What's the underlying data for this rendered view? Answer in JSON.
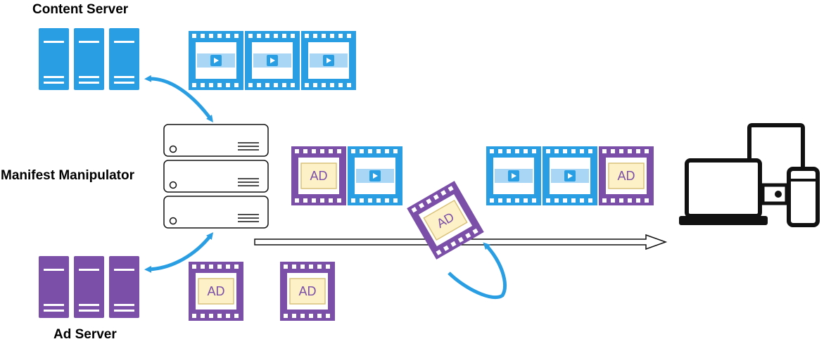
{
  "labels": {
    "content_server": "Content Server",
    "manifest_manipulator": "Manifest Manipulator",
    "ad_server": "Ad Server"
  },
  "ad_text": "AD",
  "colors": {
    "content": "#2a9ee3",
    "ad": "#7b4fa8",
    "ad_fill": "#fdf1c8",
    "ad_border": "#d9c27a",
    "frame_light": "#a8d6f4",
    "arrow": "#2a9ee3"
  },
  "icons": [
    "server-rack-icon",
    "film-strip-icon",
    "play-icon",
    "laptop-icon",
    "tablet-icon",
    "phone-icon"
  ]
}
